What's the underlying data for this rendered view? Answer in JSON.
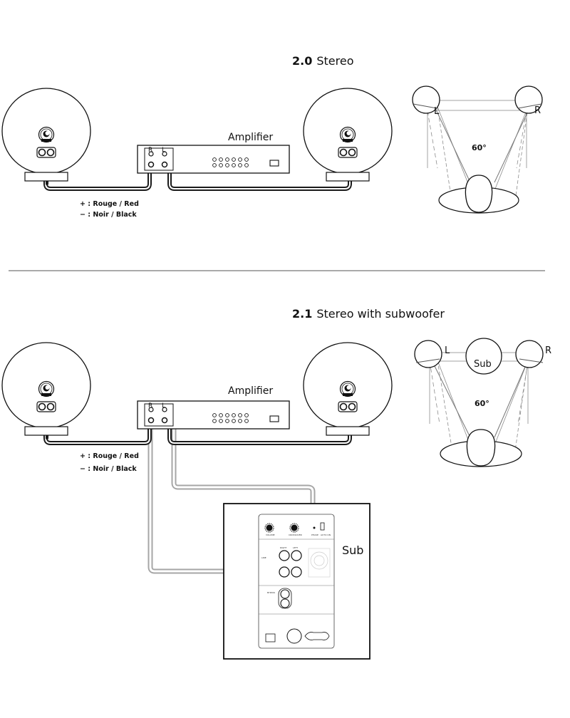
{
  "sections": [
    {
      "number": "2.0",
      "title": "Stereo"
    },
    {
      "number": "2.1",
      "title": "Stereo with subwoofer"
    }
  ],
  "amplifier": {
    "label": "Amplifier",
    "right": "R",
    "left": "L"
  },
  "legend": {
    "plus": "+ : Rouge / Red",
    "minus": "− : Noir / Black"
  },
  "placement": {
    "angle": "60°",
    "left": "L",
    "right": "R",
    "sub": "Sub"
  },
  "sub_label": "Sub",
  "sub_panel": {
    "volume": "VOLUME",
    "crossover": "CROSSOVER",
    "phase": "PHASE",
    "auto_on": "AUTO ON",
    "right": "RIGHT",
    "left": "LEFT",
    "line": "LINE",
    "bypass": "BYPASS"
  },
  "colors": {
    "ink": "#111111",
    "cable_black": "#1a1a1a",
    "cable_grey": "#a6a6a6",
    "guide": "#8c8c8c"
  }
}
